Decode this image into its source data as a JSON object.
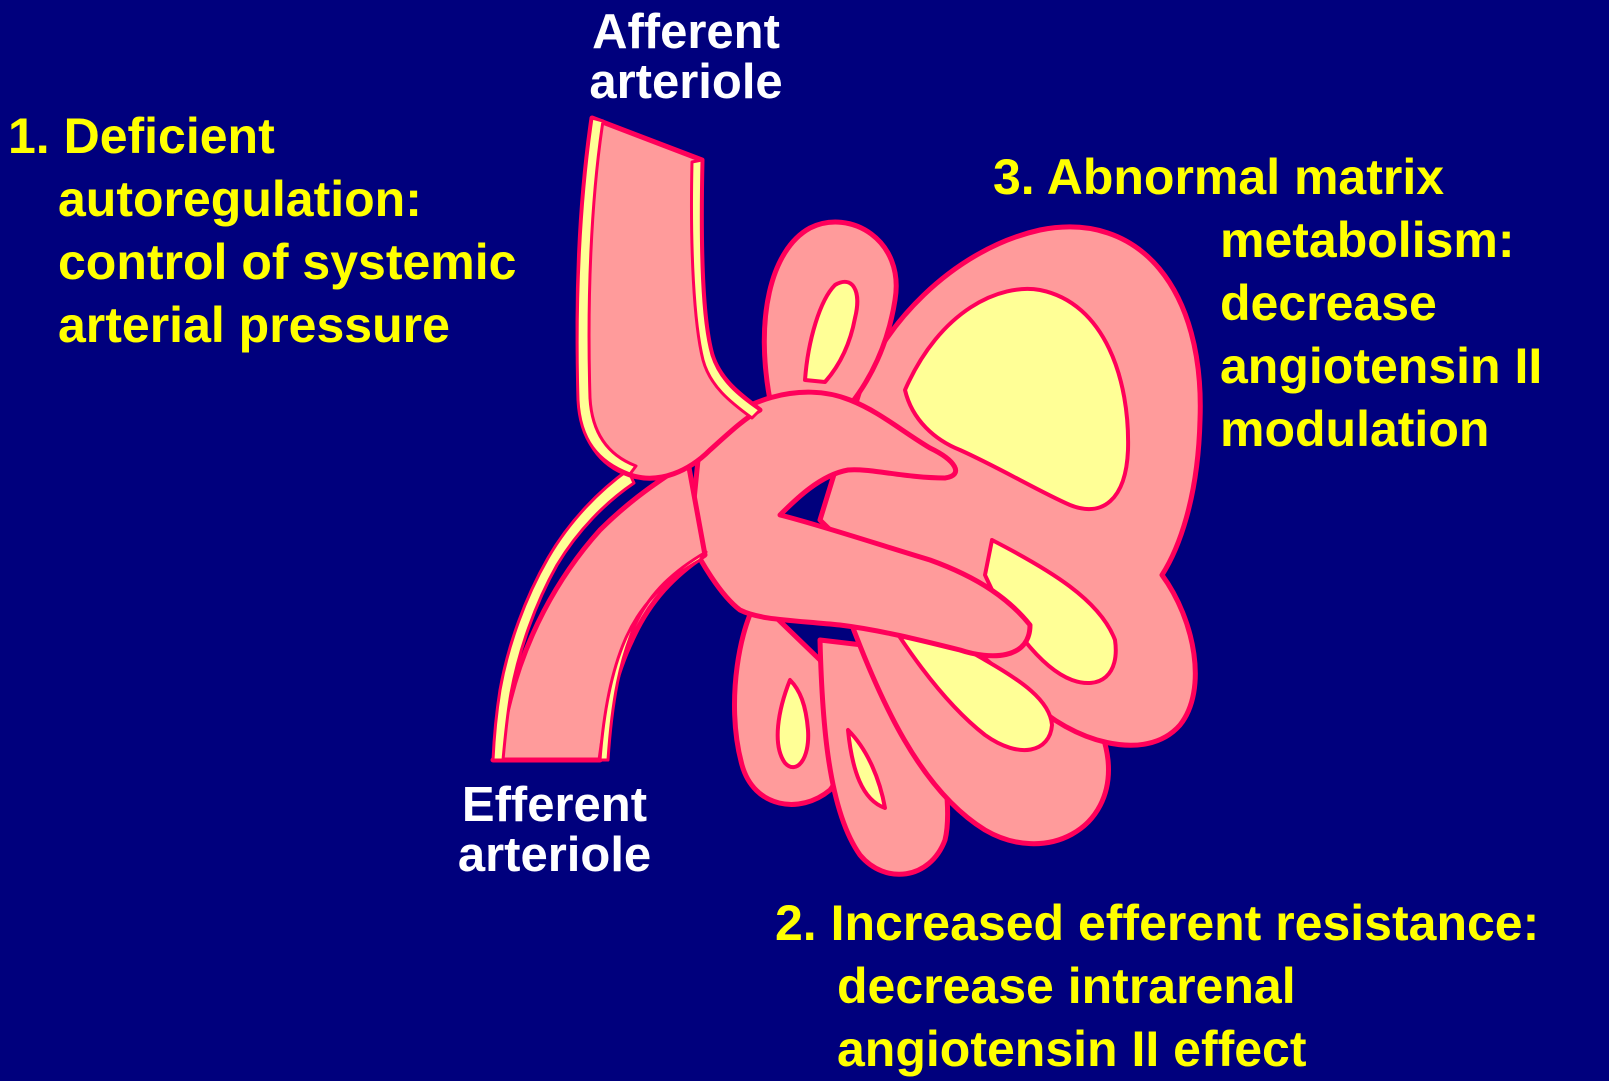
{
  "colors": {
    "background": "#00007d",
    "vessel_fill": "#ff9b9b",
    "vessel_outline": "#ff005a",
    "mesangium_fill": "#ffff96",
    "note_text": "#ffff00",
    "label_text": "#ffffff"
  },
  "labels": {
    "afferent_line1": "Afferent",
    "afferent_line2": "arteriole",
    "efferent_line1": "Efferent",
    "efferent_line2": "arteriole"
  },
  "notes": {
    "note1": {
      "line1": "1. Deficient",
      "line2": "autoregulation:",
      "line3": "control of systemic",
      "line4": "arterial pressure"
    },
    "note2": {
      "line1": "2.  Increased efferent resistance:",
      "line2": "decrease intrarenal",
      "line3": "angiotensin II effect"
    },
    "note3": {
      "line1": "3.  Abnormal matrix",
      "line2": "metabolism:",
      "line3": "decrease",
      "line4": "angiotensin II",
      "line5": "modulation"
    }
  }
}
